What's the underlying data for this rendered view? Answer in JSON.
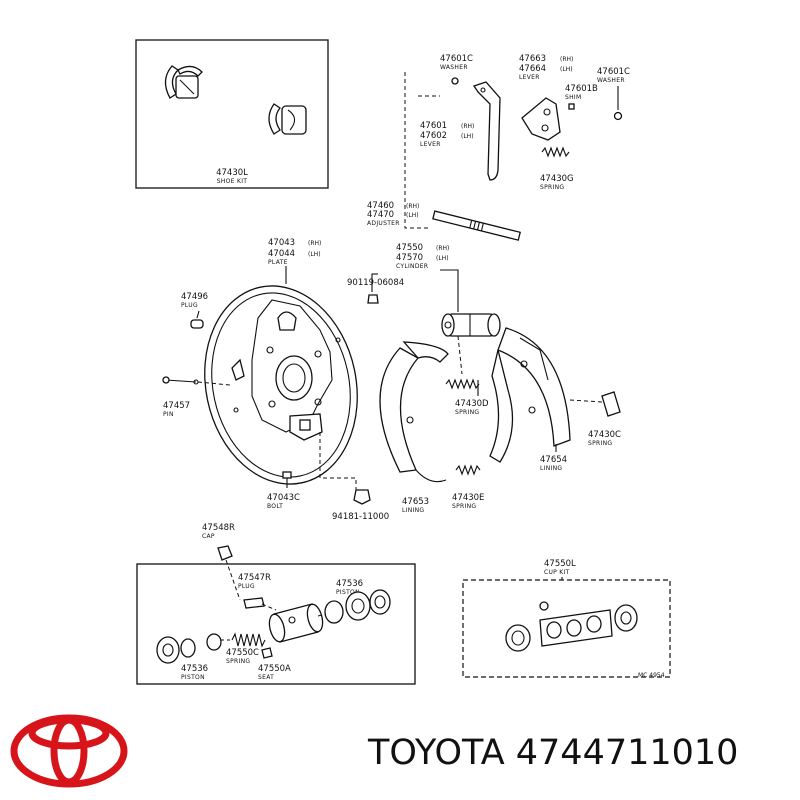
{
  "parts": {
    "shoe_kit": {
      "num": "47430L",
      "name": "SHOE KIT"
    },
    "washer_top": {
      "num": "47601C",
      "name": "WASHER"
    },
    "lever_rh_lh": {
      "num1": "47663",
      "tag1": "(RH)",
      "num2": "47664",
      "tag2": "(LH)",
      "name": "LEVER"
    },
    "washer_right": {
      "num": "47601C",
      "name": "WASHER"
    },
    "shim": {
      "num": "47601B",
      "name": "SHIM"
    },
    "lever_left": {
      "num1": "47601",
      "tag1": "(RH)",
      "num2": "47602",
      "tag2": "(LH)",
      "name": "LEVER"
    },
    "spring_g": {
      "num": "47430G",
      "name": "SPRING"
    },
    "adjuster": {
      "num1": "47460",
      "tag1": "(RH)",
      "num2": "47470",
      "tag2": "(LH)",
      "name": "ADJUSTER"
    },
    "plate": {
      "num1": "47043",
      "tag1": "(RH)",
      "num2": "47044",
      "tag2": "(LH)",
      "name": "PLATE"
    },
    "cylinder": {
      "num1": "47550",
      "tag1": "(RH)",
      "num2": "47570",
      "tag2": "(LH)",
      "name": "CYLINDER"
    },
    "screw": {
      "num": "90119-06084"
    },
    "plug_left": {
      "num": "47496",
      "name": "PLUG"
    },
    "pin": {
      "num": "47457",
      "name": "PIN"
    },
    "spring_d": {
      "num": "47430D",
      "name": "SPRING"
    },
    "spring_c": {
      "num": "47430C",
      "name": "SPRING"
    },
    "lining_654": {
      "num": "47654",
      "name": "LINING"
    },
    "bolt": {
      "num": "47043C",
      "name": "BOLT"
    },
    "nut": {
      "num": "94181-11000"
    },
    "lining_653": {
      "num": "47653",
      "name": "LINING"
    },
    "spring_e": {
      "num": "47430E",
      "name": "SPRING"
    },
    "cap": {
      "num": "47548R",
      "name": "CAP"
    },
    "plug_inset": {
      "num": "47547R",
      "name": "PLUG"
    },
    "piston_top": {
      "num": "47536",
      "name": "PISTON"
    },
    "spring_inset": {
      "num": "47550C",
      "name": "SPRING"
    },
    "piston_bottom": {
      "num": "47536",
      "name": "PISTON"
    },
    "seat": {
      "num": "47550A",
      "name": "SEAT"
    },
    "cup_kit": {
      "num": "47550L",
      "name": "CUP KIT"
    }
  },
  "diagram_code": "MC 4954",
  "brand": {
    "text": "TOYOTA 4744711010",
    "logo_color": "#d7141a"
  }
}
